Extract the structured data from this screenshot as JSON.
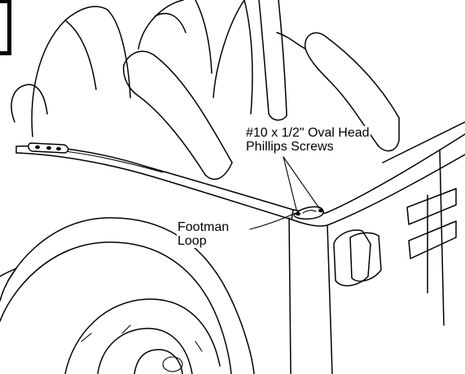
{
  "callouts": {
    "screws": {
      "line1": "#10 x 1/2\" Oval Head",
      "line2": "Phillips Screws"
    },
    "footman_loop": {
      "line1": "Footman",
      "line2": "Loop"
    }
  },
  "colors": {
    "ink": "#000000",
    "paper": "#ffffff"
  }
}
